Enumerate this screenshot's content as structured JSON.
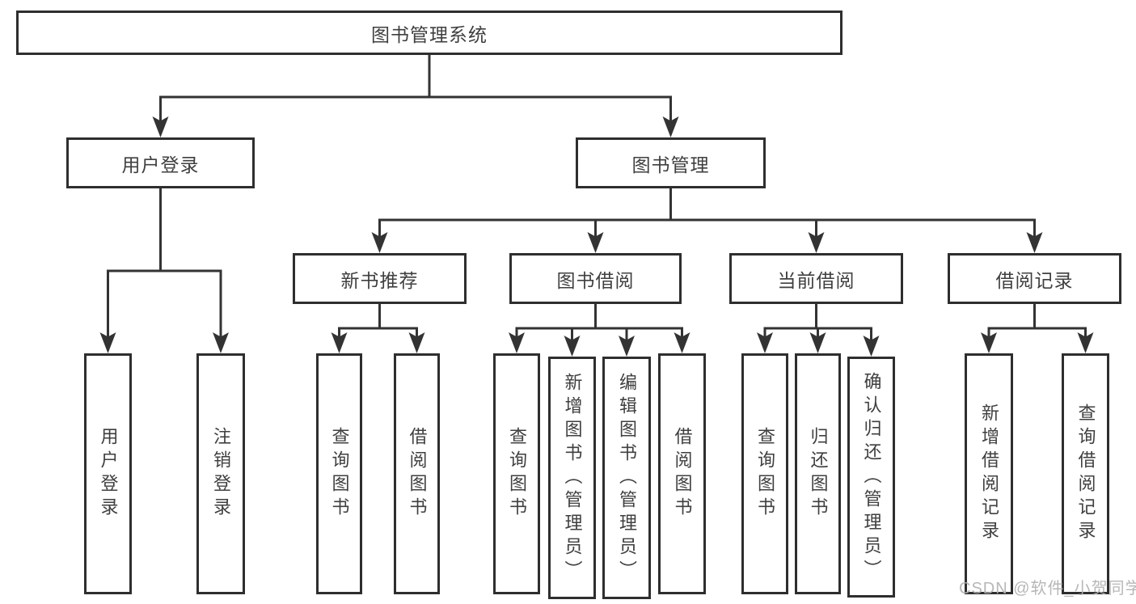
{
  "tree": {
    "label": "图书管理系统",
    "children": [
      {
        "label": "用户登录",
        "children": [
          {
            "label": "用户登录"
          },
          {
            "label": "注销登录"
          }
        ]
      },
      {
        "label": "图书管理",
        "children": [
          {
            "label": "新书推荐",
            "children": [
              {
                "label": "查询图书"
              },
              {
                "label": "借阅图书"
              }
            ]
          },
          {
            "label": "图书借阅",
            "children": [
              {
                "label": "查询图书"
              },
              {
                "label": "新增图书（管理员）"
              },
              {
                "label": "编辑图书（管理员）"
              },
              {
                "label": "借阅图书"
              }
            ]
          },
          {
            "label": "当前借阅",
            "children": [
              {
                "label": "查询图书"
              },
              {
                "label": "归还图书"
              },
              {
                "label": "确认归还（管理员）"
              }
            ]
          },
          {
            "label": "借阅记录",
            "children": [
              {
                "label": "新增借阅记录"
              },
              {
                "label": "查询借阅记录"
              }
            ]
          }
        ]
      }
    ]
  },
  "watermark": {
    "text": "CSDN @软件_小贺同学",
    "color": "#b1b1b1"
  },
  "colors": {
    "line": "#333333",
    "box_border": "#2e2e2e",
    "text": "#3f3f3f",
    "background": "#ffffff"
  }
}
